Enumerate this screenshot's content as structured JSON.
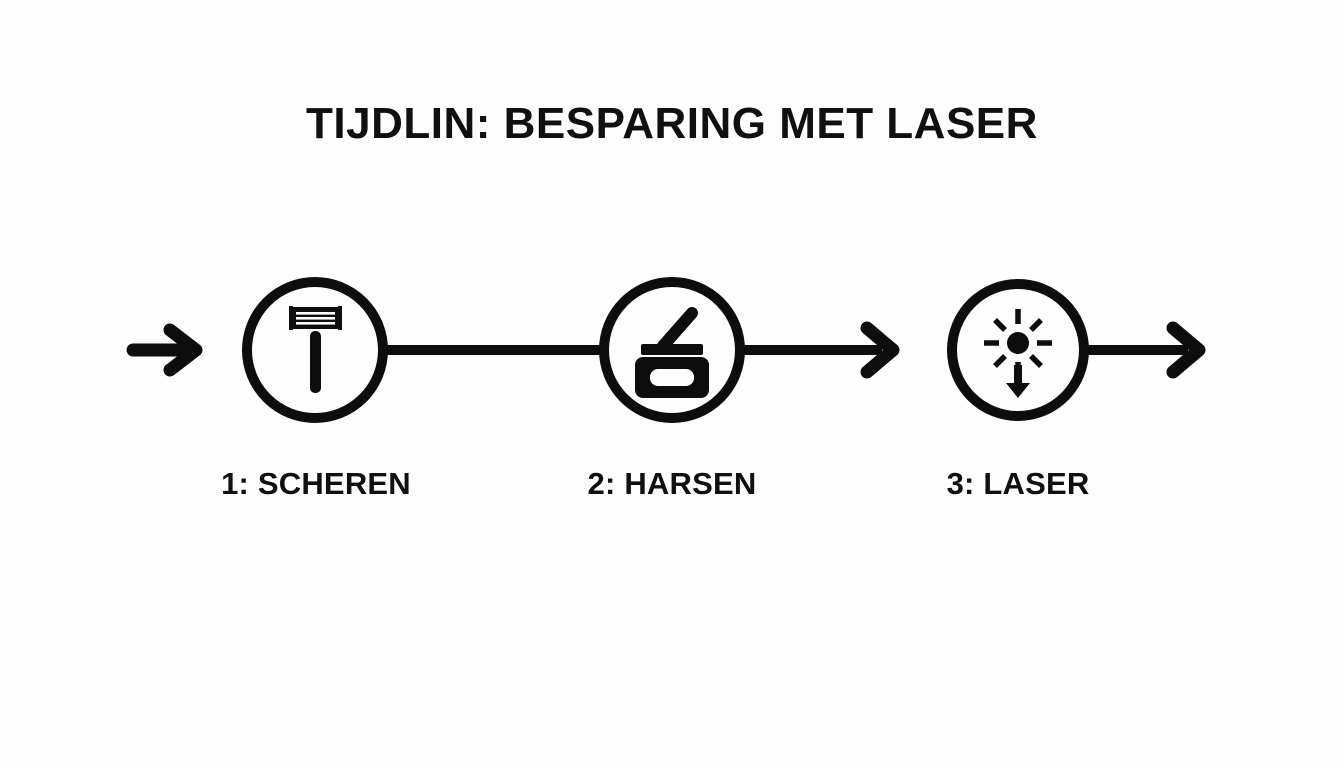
{
  "page": {
    "background_color": "#fdfdfd",
    "ink_color": "#101010"
  },
  "title": {
    "text": "TIJDLIN: BESPARING MET LASER"
  },
  "timeline": {
    "steps": [
      {
        "label": "1: SCHEREN",
        "icon": "razor-icon",
        "index": "1",
        "name": "SCHEREN"
      },
      {
        "label": "2: HARSEN",
        "icon": "wax-pot-icon",
        "index": "2",
        "name": "HARSEN"
      },
      {
        "label": "3: LASER",
        "icon": "laser-burst-icon",
        "index": "3",
        "name": "LASER"
      }
    ],
    "connectors": [
      {
        "from": "start",
        "to": "step-1",
        "arrowhead": true
      },
      {
        "from": "step-1",
        "to": "step-2",
        "arrowhead": false
      },
      {
        "from": "step-2",
        "to": "step-3",
        "arrowhead": true
      },
      {
        "from": "step-3",
        "to": "end",
        "arrowhead": true
      }
    ],
    "stroke_color": "#0d0d0d",
    "stroke_width": 9
  }
}
